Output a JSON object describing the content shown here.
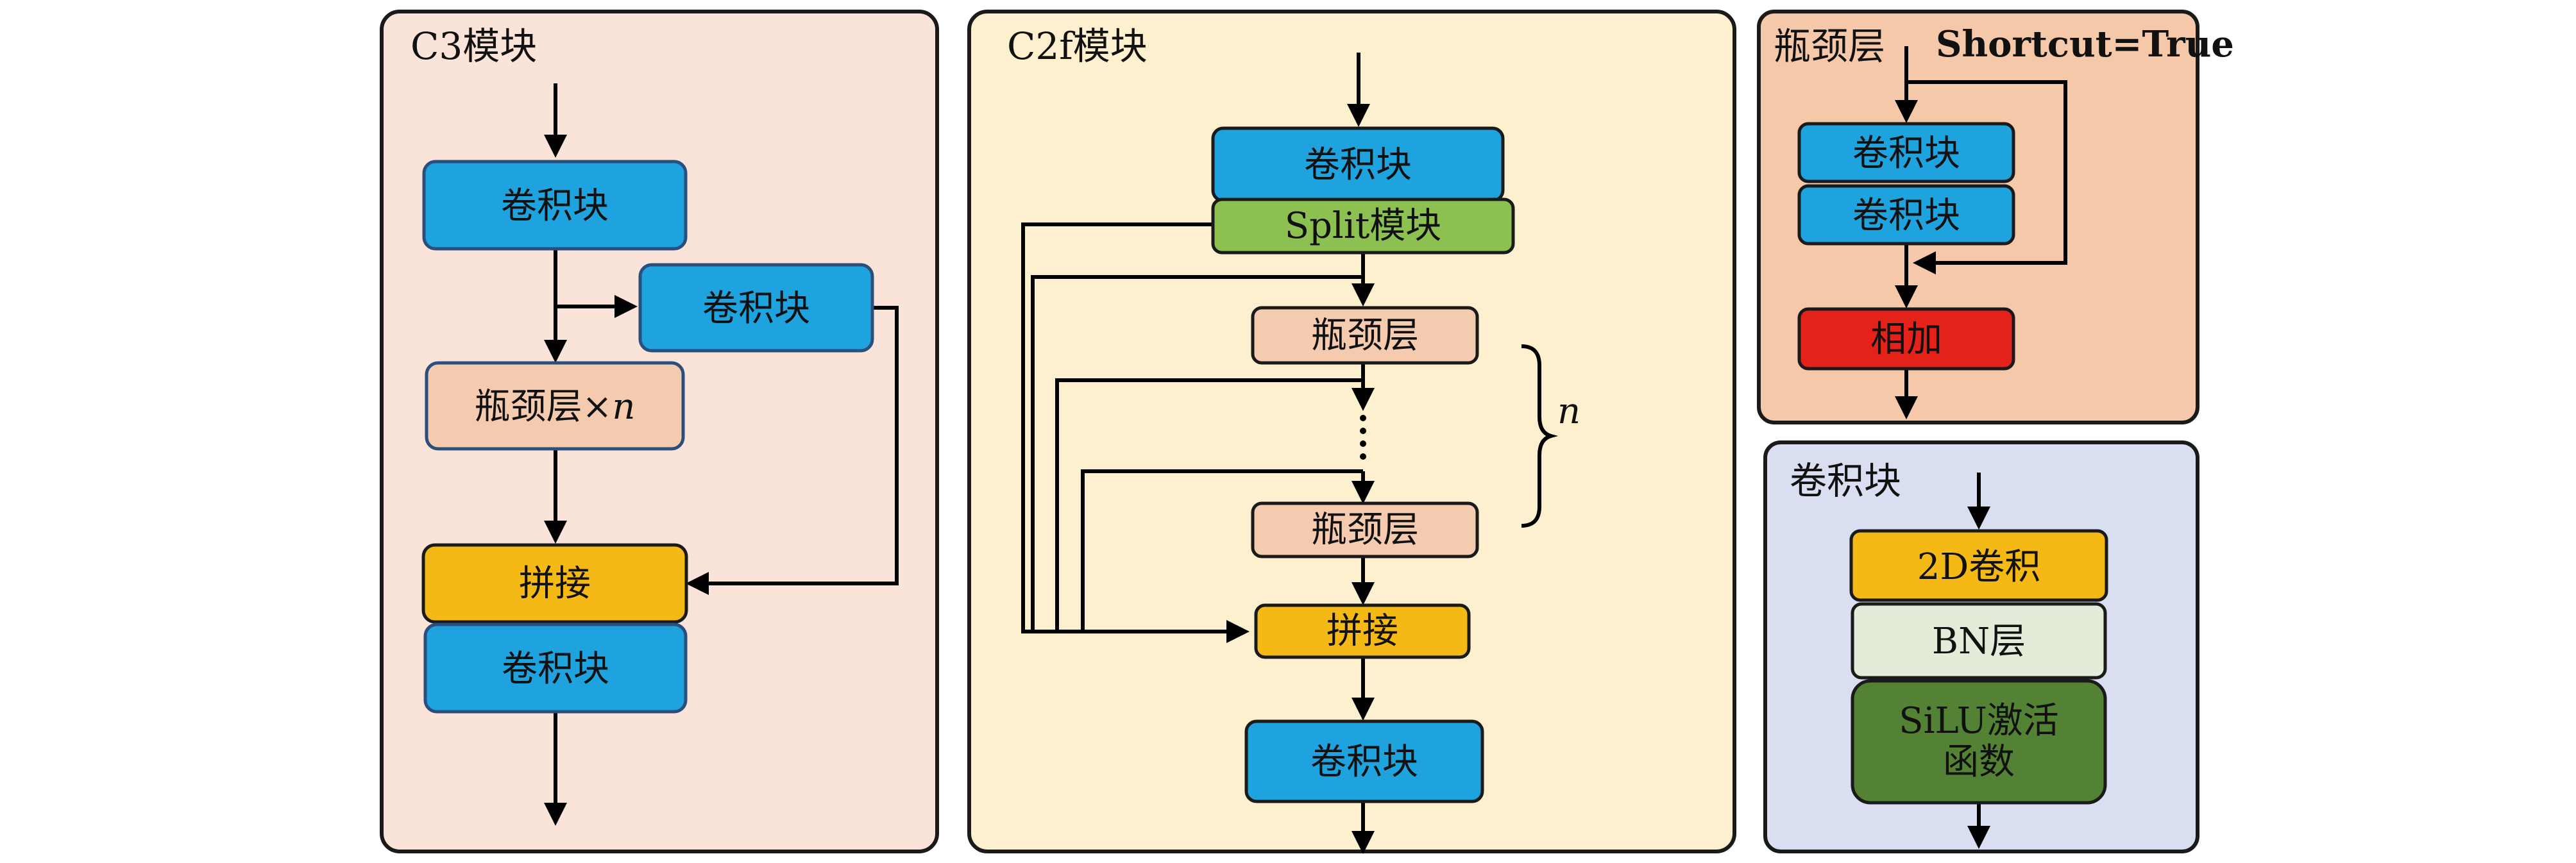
{
  "panels": {
    "c3": {
      "title": "C3模块",
      "conv_top": "卷积块",
      "conv_side": "卷积块",
      "bottleneck": "瓶颈层×",
      "bottleneck_n": "n",
      "concat": "拼接",
      "conv_bottom": "卷积块"
    },
    "c2f": {
      "title": "C2f模块",
      "conv_top": "卷积块",
      "split": "Split模块",
      "bottleneck_1": "瓶颈层",
      "bottleneck_2": "瓶颈层",
      "n_label": "n",
      "concat": "拼接",
      "conv_bottom": "卷积块"
    },
    "bottleneck": {
      "title": "瓶颈层",
      "shortcut": "Shortcut=True",
      "conv_1": "卷积块",
      "conv_2": "卷积块",
      "add": "相加"
    },
    "convblock": {
      "title": "卷积块",
      "conv2d": "2D卷积",
      "bn": "BN层",
      "silu_line1": "SiLU激活",
      "silu_line2": "函数"
    }
  },
  "colors": {
    "conv_blue": "#1fa3df",
    "split_green": "#8cc152",
    "bottleneck_peach": "#f5cbb0",
    "concat_yellow": "#f5b915",
    "add_red": "#e32219",
    "bn_green": "#e2ecd8",
    "silu_green": "#548235",
    "panel_c3_bg": "#fae3d8",
    "panel_c2f_bg": "#fdf0ce",
    "panel_bottleneck_bg": "#f4c8a8",
    "panel_conv_bg": "#d9dff0"
  }
}
